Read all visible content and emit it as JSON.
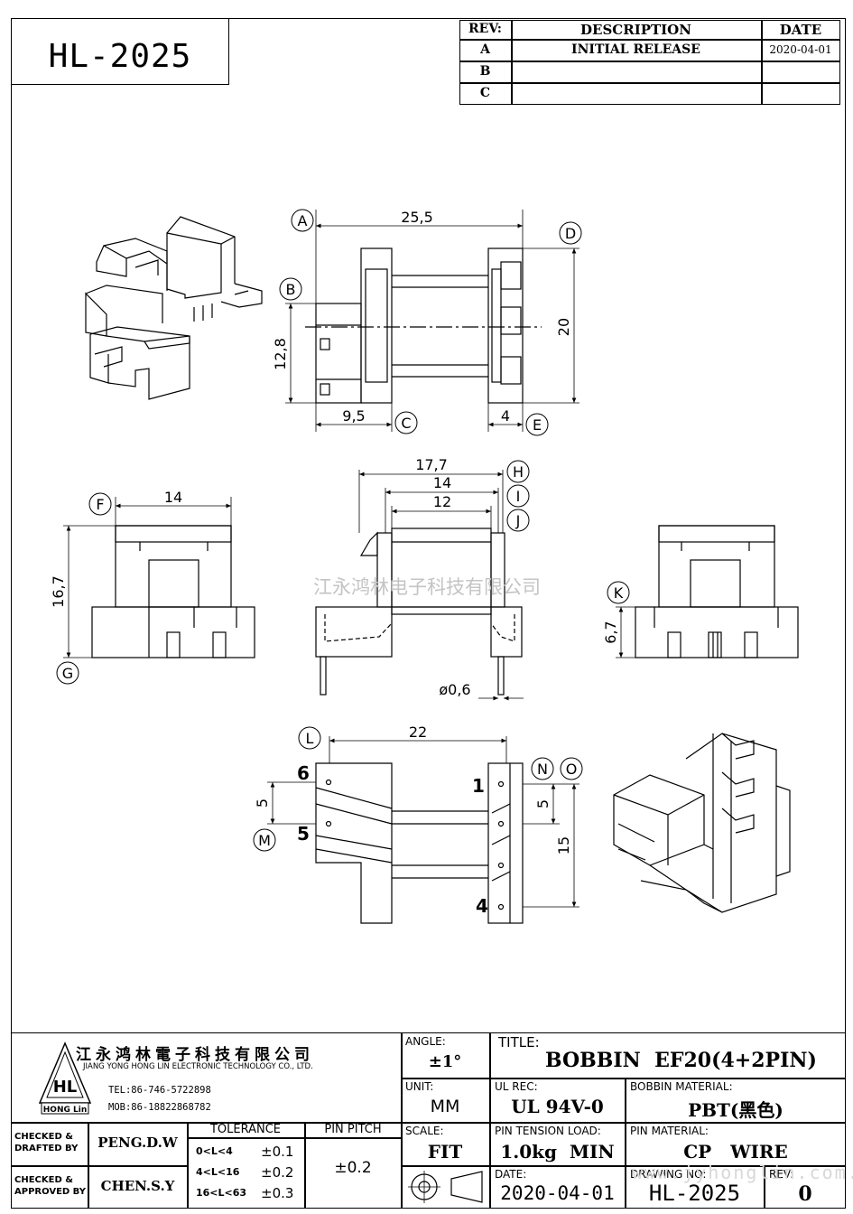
{
  "header": {
    "part_number": "HL-2025",
    "rev_table": {
      "col_rev": "REV:",
      "col_desc": "DESCRIPTION",
      "col_date": "DATE",
      "rows": [
        {
          "rev": "A",
          "desc": "INITIAL RELEASE",
          "date": "2020-04-01"
        },
        {
          "rev": "B",
          "desc": "",
          "date": ""
        },
        {
          "rev": "C",
          "desc": "",
          "date": ""
        }
      ]
    }
  },
  "drawing": {
    "watermark": "江永鸿林电子科技有限公司",
    "watermark_url": "www.jyhonglin.com.cn",
    "callouts": [
      "A",
      "B",
      "C",
      "D",
      "E",
      "F",
      "G",
      "H",
      "I",
      "J",
      "K",
      "L",
      "M",
      "N",
      "O"
    ],
    "dims": {
      "top_width": "25,5",
      "top_height": "20",
      "left_height": "12,8",
      "bottom_left": "9,5",
      "bottom_right": "4",
      "d177": "17,7",
      "d14": "14",
      "d12": "12",
      "side_width": "14",
      "side_height": "16,7",
      "side_right_height": "6,7",
      "pin_dia": "ø0,6",
      "bottom_width": "22",
      "pitch_left": "5",
      "pitch_right": "5",
      "pin_span": "15"
    },
    "pins": {
      "p6": "6",
      "p5": "5",
      "p1": "1",
      "p4": "4"
    }
  },
  "title_block": {
    "company_cn": "江永鸿林電子科技有限公司",
    "company_en": "JIANG YONG HONG LIN ELECTRONIC TECHNOLOGY CO., LTD.",
    "tel": "TEL:86-746-5722898",
    "mob": "MOB:86-18822868782",
    "logo": "HL",
    "logo_sub": "HONG Lin",
    "angle_label": "ANGLE:",
    "angle_value": "±1°",
    "title_label": "TITLE:",
    "title_value": "BOBBIN  EF20(4+2PIN)",
    "unit_label": "UNIT:",
    "unit_value": "MM",
    "ul_label": "UL REC:",
    "ul_value": "UL 94V-0",
    "bobbin_mat_label": "BOBBIN MATERIAL:",
    "bobbin_mat_value": "PBT(黑色)",
    "checked_drafted_label1": "CHECKED &",
    "checked_drafted_label2": "DRAFTED BY",
    "drafted_by": "PENG.D.W",
    "checked_approved_label1": "CHECKED &",
    "checked_approved_label2": "APPROVED BY",
    "approved_by": "CHEN.S.Y",
    "tolerance_label": "TOLERANCE",
    "tolerances": [
      {
        "range": "0<L<4",
        "value": "±0.1"
      },
      {
        "range": "4<L<16",
        "value": "±0.2"
      },
      {
        "range": "16<L<63",
        "value": "±0.3"
      }
    ],
    "pin_pitch_label": "PIN PITCH",
    "pin_pitch_value": "±0.2",
    "scale_label": "SCALE:",
    "scale_value": "FIT",
    "pin_tension_label": "PIN TENSION LOAD:",
    "pin_tension_value": "1.0kg  MIN",
    "pin_material_label": "PIN MATERIAL:",
    "pin_material_value": "CP   WIRE",
    "date_label": "DATE:",
    "date_value": "2020-04-01",
    "drawing_no_label": "DRAWING NO:",
    "drawing_no_value": "HL-2025",
    "rev_label": "REV:",
    "rev_value": "0"
  }
}
